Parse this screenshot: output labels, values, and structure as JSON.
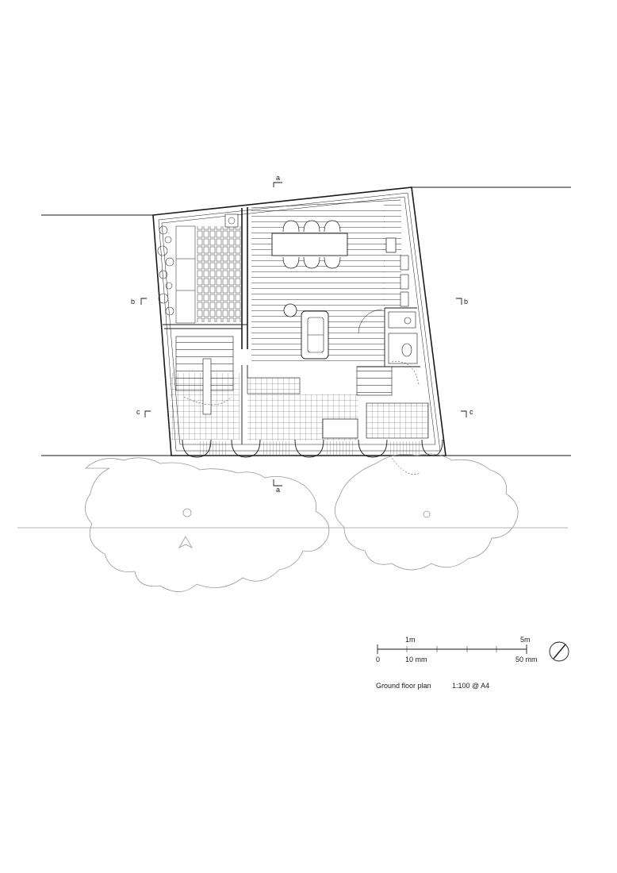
{
  "section_markers": {
    "a_top": "a",
    "a_bottom": "a",
    "b_left": "b",
    "b_right": "b",
    "c_left": "c",
    "c_right": "c"
  },
  "scale_bar": {
    "label_1m": "1m",
    "label_5m": "5m",
    "label_0": "0",
    "label_10mm": "10 mm",
    "label_50mm": "50 mm"
  },
  "caption": {
    "title": "Ground floor plan",
    "scale": "1:100 @ A4"
  },
  "icons": [
    "north-arrow-icon"
  ]
}
